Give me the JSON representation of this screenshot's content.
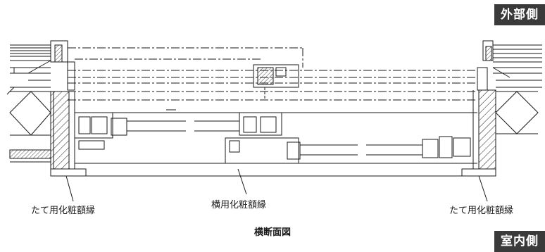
{
  "badges": {
    "outside": "外部側",
    "inside": "室内側"
  },
  "labels": {
    "left": "たて用化粧額縁",
    "center": "横用化粧額縁",
    "right": "たて用化粧額縁"
  },
  "caption": "横断面図",
  "colors": {
    "line": "#1a1a1a",
    "badge_bg": "#3a3a3a",
    "badge_text": "#ffffff"
  }
}
